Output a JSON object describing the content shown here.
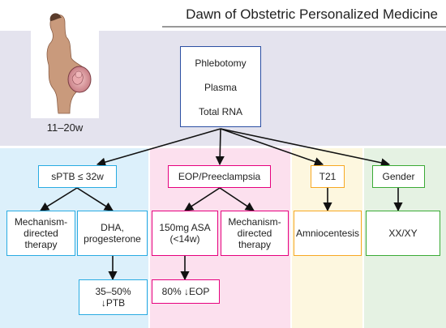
{
  "title": "Dawn of Obstetric Personalized Medicine",
  "gestational_age": "11–20w",
  "flow": [
    "Phlebotomy",
    "Plasma",
    "Total RNA"
  ],
  "panels": {
    "sptb": {
      "label": "sPTB ≤ 32w",
      "left": "Mechanism-directed therapy",
      "left_lines": [
        "Mechanism-",
        "directed",
        "therapy"
      ],
      "right_lines": [
        "DHA,",
        "progesterone"
      ],
      "outcome_lines": [
        "35–50%",
        "↓PTB"
      ]
    },
    "eop": {
      "label": "EOP/Preeclampsia",
      "left_lines": [
        "150mg ASA",
        "(<14w)"
      ],
      "right_lines": [
        "Mechanism-",
        "directed",
        "therapy"
      ],
      "outcome": "80% ↓EOP"
    },
    "t21": {
      "label": "T21",
      "child": "Amniocentesis"
    },
    "gender": {
      "label": "Gender",
      "child": "XX/XY"
    }
  },
  "colors": {
    "header_band": "#e4e3ee",
    "sptb_panel": "#dcf0fb",
    "eop_panel": "#fce0ee",
    "t21_panel": "#fdf7df",
    "gender_panel": "#e5f2e3",
    "sptb_border": "#29abe2",
    "eop_border": "#e6007e",
    "t21_border": "#f7a823",
    "gender_border": "#3aaa35",
    "flow_border": "#2b4fa3"
  }
}
